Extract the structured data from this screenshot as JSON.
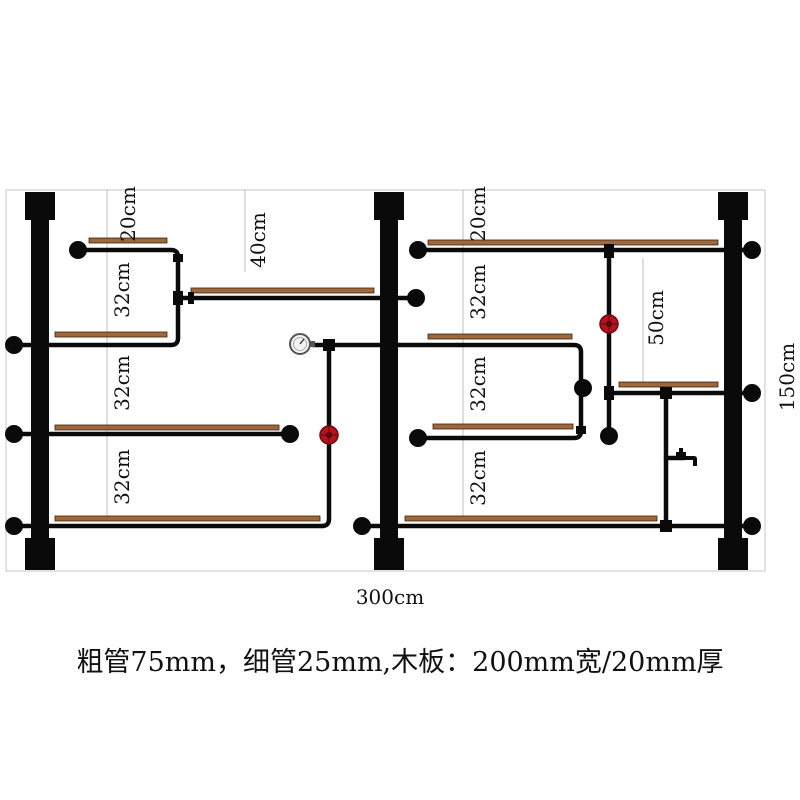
{
  "colors": {
    "pipe": "#0a0a0a",
    "wood": "#a0683a",
    "valve": "#b5121b",
    "frame": "#cfcfcf",
    "guide": "#bdbdbd",
    "gauge_face": "#f2f2f2"
  },
  "dimensions": {
    "left_20": "20cm",
    "left_40": "40cm",
    "left_32_a": "32cm",
    "left_32_b": "32cm",
    "left_32_c": "32cm",
    "right_20": "20cm",
    "right_32_a": "32cm",
    "right_32_b": "32cm",
    "right_32_c": "32cm",
    "right_50": "50cm",
    "height": "150cm",
    "width": "300cm"
  },
  "caption": "粗管75mm，细管25mm,木板：200mm宽/20mm厚",
  "icons": {
    "gauge": "pressure-gauge-icon",
    "valve": "valve-wheel-icon",
    "faucet": "faucet-icon"
  }
}
